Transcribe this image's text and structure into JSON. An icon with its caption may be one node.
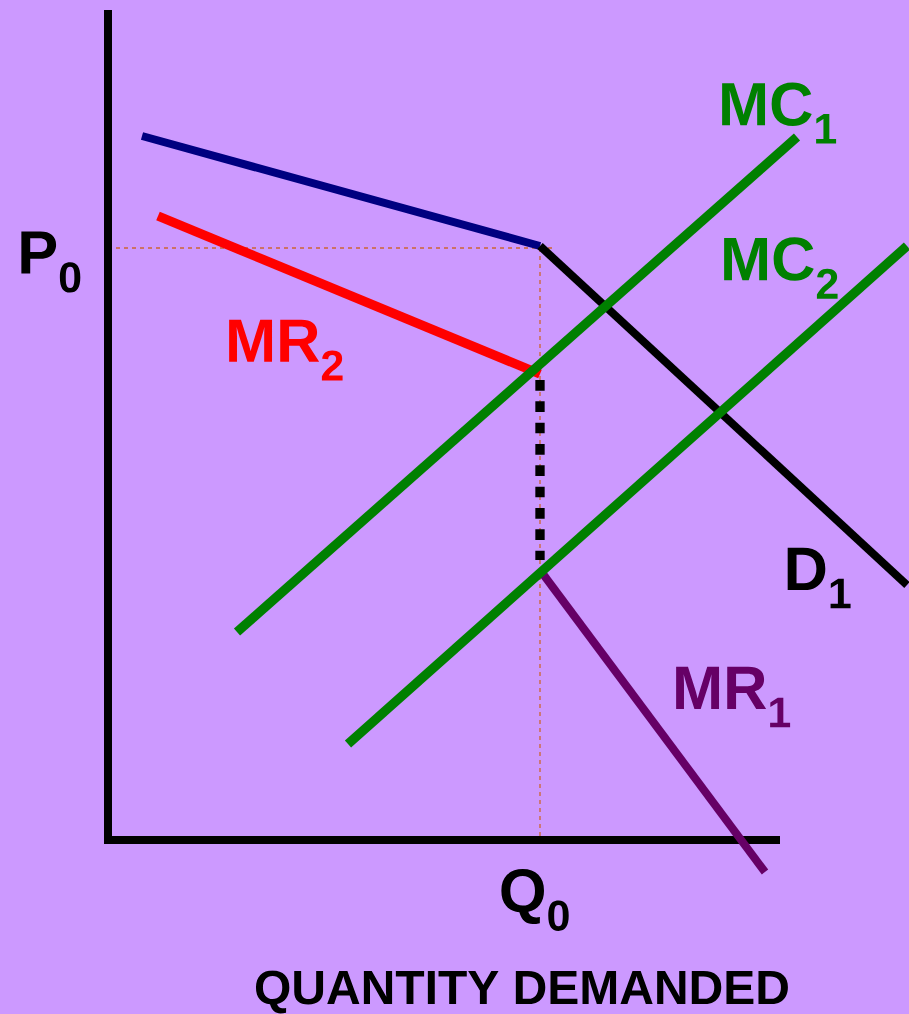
{
  "diagram": {
    "labels": [
      "MC$_{1}$",
      "P$_{0}$",
      "MC$_{2}$",
      "MR$_{2}$",
      "D$_{1}$",
      "MR$_{1}$",
      "Q$_{0}$",
      "QUANTITY DEMANDED"
    ]
  }
}
